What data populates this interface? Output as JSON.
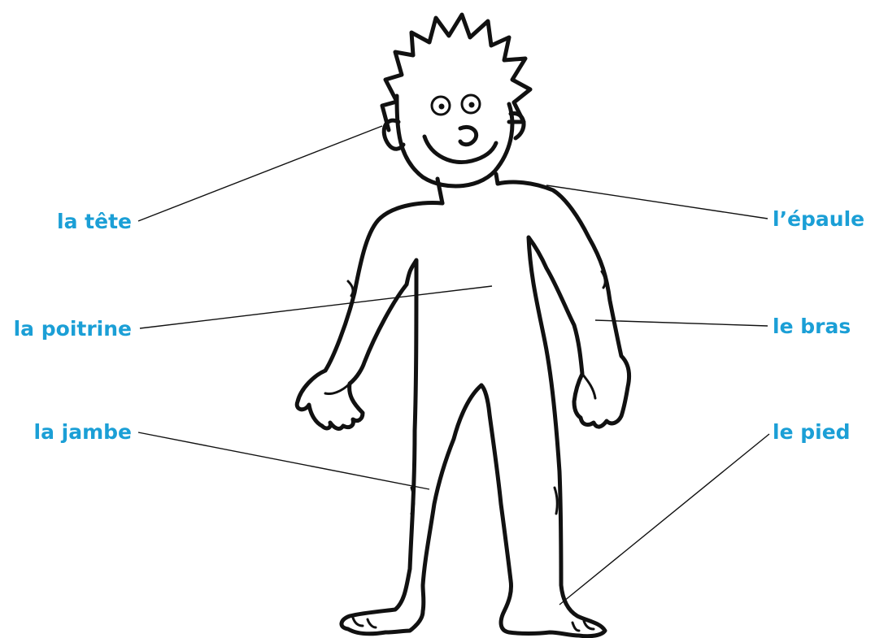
{
  "colors": {
    "label": "#1b9fd6",
    "ink": "#111111",
    "background": "#ffffff"
  },
  "labels": {
    "head": "la tête",
    "chest": "la poitrine",
    "leg": "la jambe",
    "shoulder": "l’épaule",
    "arm": "le bras",
    "foot": "le pied"
  }
}
